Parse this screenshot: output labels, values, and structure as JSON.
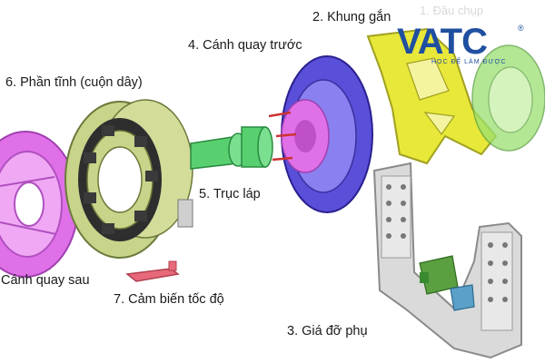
{
  "labels": {
    "giu_khung": "2. Khung gắn",
    "canh_truoc": "4. Cánh quay trước",
    "phan_tinh": "6. Phần tĩnh (cuộn dây)",
    "truc_lap": "5. Trục láp",
    "canh_sau": "Cánh quay sau",
    "cam_bien": "7. Cảm biến tốc độ",
    "gia_do": "3. Giá đỡ phụ",
    "dau_chup": "1. Đầu chụp"
  },
  "logo": {
    "mark": "VATC",
    "registered": "®",
    "tagline": "HỌC ĐỂ LÀM ĐƯỢC"
  },
  "colors": {
    "rear_rotor": "#e070e8",
    "stator_coil": "#c8d48a",
    "stator_core": "#3a3a3a",
    "front_rotor": "#5a4fd8",
    "front_hub": "#e070e8",
    "shaft": "#58d070",
    "mount_bracket": "#e8e83a",
    "end_cap": "#9ae070",
    "support_bracket": "#cfcfcf",
    "speed_sensor": "#e86a7a",
    "logo": "#1f4fa0"
  }
}
